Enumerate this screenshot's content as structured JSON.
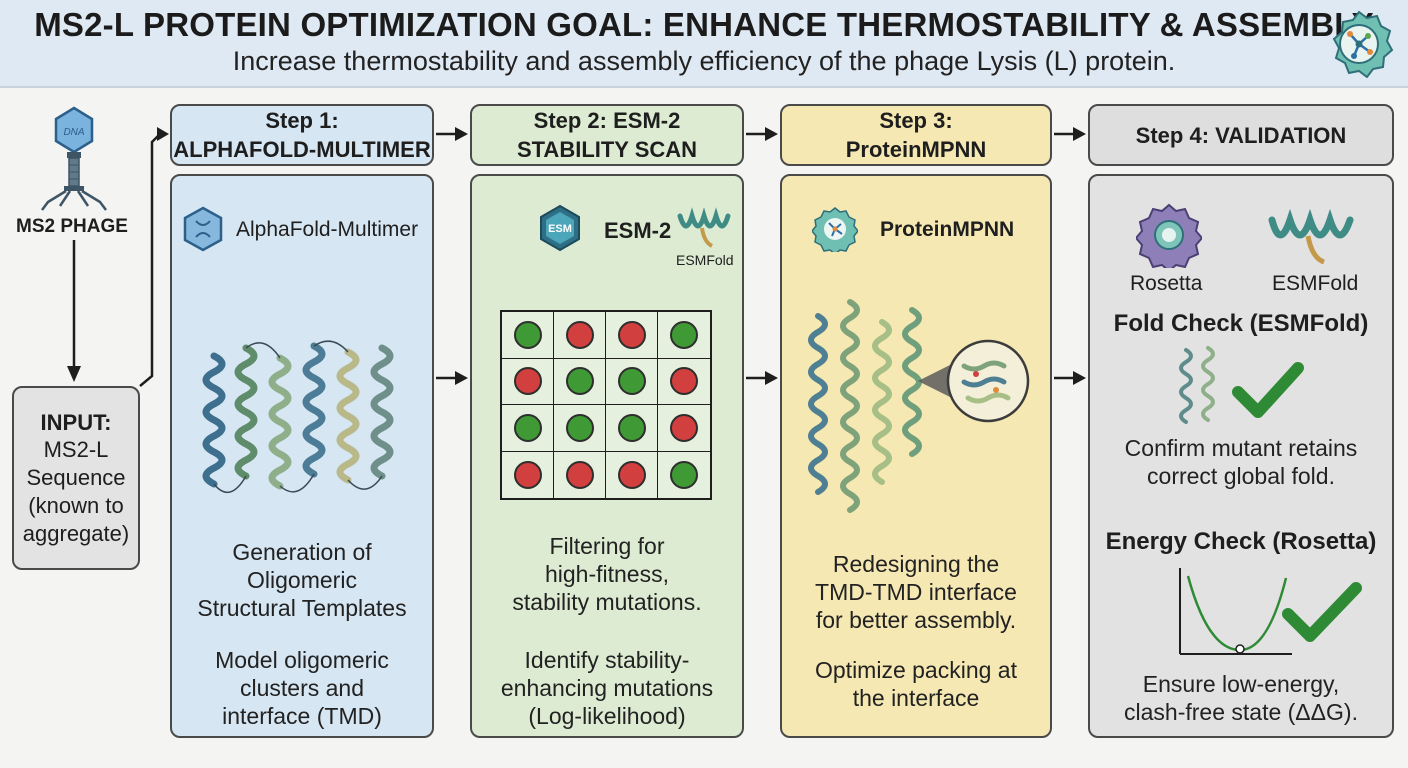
{
  "header": {
    "title": "MS2-L PROTEIN OPTIMIZATION GOAL: ENHANCE THERMOSTABILITY & ASSEMBLY",
    "subtitle": "Increase thermostability and assembly efficiency of the phage Lysis (L) protein."
  },
  "phage": {
    "label": "MS2 PHAGE",
    "hex_label": "DNA"
  },
  "input": {
    "title": "INPUT:",
    "text": "MS2-L\nSequence\n(known to\naggregate)"
  },
  "step1": {
    "heading": "Step 1:\nALPHAFOLD-MULTIMER",
    "tool": "AlphaFold-Multimer",
    "desc1": "Generation of\nOligomeric\nStructural Templates",
    "desc2": "Model oligomeric\nclusters and\ninterface (TMD)"
  },
  "step2": {
    "heading": "Step 2: ESM-2\nSTABILITY SCAN",
    "badge": "ESM",
    "tool": "ESM-2",
    "subtool": "ESMFold",
    "grid": [
      "green",
      "red",
      "red",
      "green",
      "red",
      "green",
      "green",
      "red",
      "green",
      "green",
      "green",
      "red",
      "red",
      "red",
      "red",
      "green"
    ],
    "desc1": "Filtering for\nhigh-fitness,\nstability mutations.",
    "desc2": "Identify stability-\nenhancing mutations\n(Log-likelihood)"
  },
  "step3": {
    "heading": "Step 3:\nProteinMPNN",
    "tool": "ProteinMPNN",
    "desc1": "Redesigning the\nTMD-TMD interface\nfor better assembly.",
    "desc2": "Optimize packing at\nthe interface"
  },
  "step4": {
    "heading": "Step 4: VALIDATION",
    "tool_a": "Rosetta",
    "tool_b": "ESMFold",
    "check1_title": "Fold Check (ESMFold)",
    "check1_desc": "Confirm mutant retains\ncorrect global fold.",
    "check2_title": "Energy Check (Rosetta)",
    "check2_desc": "Ensure low-energy,\nclash-free state (ΔΔG)."
  },
  "colors": {
    "header_bg": "#dfe9f3",
    "step1": "#d6e6f2",
    "step2": "#dcebd2",
    "step3": "#f5e8b3",
    "step4": "#dedede",
    "green_dot": "#3f9a35",
    "red_dot": "#d1403f",
    "check": "#2f8a35"
  }
}
